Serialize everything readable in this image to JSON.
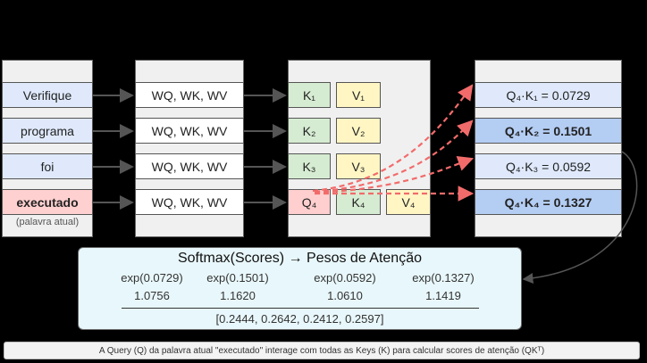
{
  "words": [
    {
      "label": "Verifique"
    },
    {
      "label": "programa"
    },
    {
      "label": "foi"
    },
    {
      "label": "executado"
    }
  ],
  "current_word_note": "(palavra atual)",
  "weights_label": "WQ, WK, WV",
  "keys": [
    "K₁",
    "K₂",
    "K₃",
    "K₄"
  ],
  "values": [
    "V₁",
    "V₂",
    "V₃",
    "V₄"
  ],
  "query": "Q₄",
  "scores": [
    {
      "text": "Q₄·K₁ = 0.0729",
      "highlight": false
    },
    {
      "text": "Q₄·K₂ = 0.1501",
      "highlight": true
    },
    {
      "text": "Q₄·K₃ = 0.0592",
      "highlight": false
    },
    {
      "text": "Q₄·K₄ = 0.1327",
      "highlight": true
    }
  ],
  "softmax": {
    "title": "Softmax(Scores) → Pesos de Atenção",
    "exp_terms": [
      "exp(0.0729)",
      "exp(0.1501)",
      "exp(0.0592)",
      "exp(0.1327)"
    ],
    "exp_values": [
      "1.0756",
      "1.1620",
      "1.0610",
      "1.1419"
    ],
    "result": "[0.2444, 0.2642, 0.2412, 0.2597]"
  },
  "caption": "A Query (Q) da palavra atual \"executado\" interage com todas as Keys (K) para calcular scores de atenção (QKᵀ)",
  "colors": {
    "query_arrow": "#f26b6b",
    "connector": "#555555"
  }
}
